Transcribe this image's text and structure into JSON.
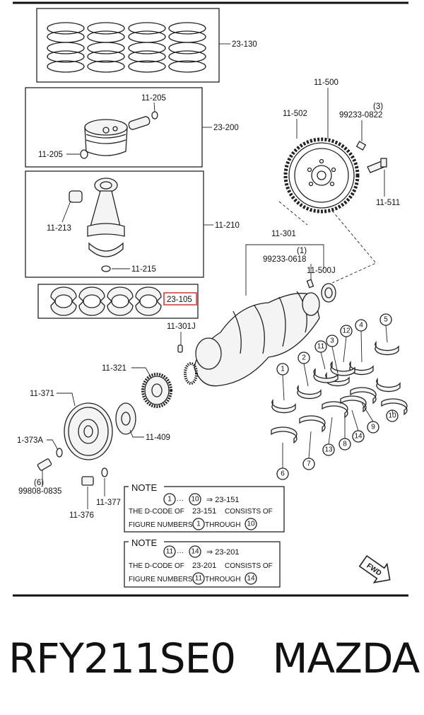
{
  "parts": {
    "p23_130": "23-130",
    "p23_200": "23-200",
    "p11_205a": "11-205",
    "p11_205b": "11-205",
    "p11_210": "11-210",
    "p11_213": "11-213",
    "p11_215": "11-215",
    "p23_105": "23-105",
    "p11_500": "11-500",
    "p11_502": "11-502",
    "p99233_0822": "99233-0822",
    "qty3": "(3)",
    "p11_511": "11-511",
    "p11_301": "11-301",
    "p99233_0618": "99233-0618",
    "qty1": "(1)",
    "p11_500J": "11-500J",
    "p11_301J": "11-301J",
    "p11_321": "11-321",
    "p11_371": "11-371",
    "p1_373A": "1-373A",
    "qty6": "(6)",
    "p99808_0835": "99808-0835",
    "p11_376": "11-376",
    "p11_377": "11-377",
    "p11_409": "11-409"
  },
  "bearing_numbers": [
    "1",
    "2",
    "3",
    "4",
    "5",
    "6",
    "7",
    "8",
    "9",
    "10",
    "11",
    "12",
    "13",
    "14"
  ],
  "notes": [
    {
      "title": "NOTE",
      "range_from": "1",
      "range_to": "10",
      "dots": "···",
      "arrow_code": "⇒ 23-151",
      "line1_prefix": "THE D-CODE OF",
      "line1_code": "23-151",
      "line1_suffix": "CONSISTS OF",
      "line2_prefix": "FIGURE NUMBERS",
      "line2_through": "THROUGH"
    },
    {
      "title": "NOTE",
      "range_from": "11",
      "range_to": "14",
      "dots": "···",
      "arrow_code": "⇒ 23-201",
      "line1_prefix": "THE D-CODE OF",
      "line1_code": "23-201",
      "line1_suffix": "CONSISTS OF",
      "line2_prefix": "FIGURE NUMBERS",
      "line2_through": "THROUGH"
    }
  ],
  "fwd_label": "FWD",
  "footer": {
    "part_number": "RFY211SE0",
    "brand": "MAZDA"
  },
  "colors": {
    "highlight": "#e23b3b"
  }
}
